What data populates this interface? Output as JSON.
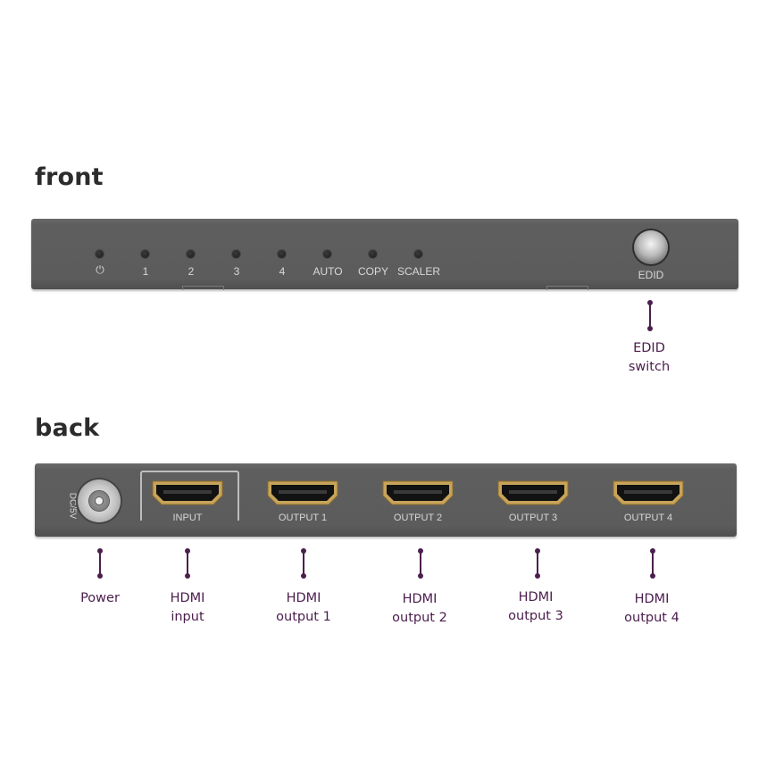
{
  "headings": {
    "front": "front",
    "back": "back"
  },
  "front_panel": {
    "leds": [
      {
        "label": "⏻",
        "icon": "power-icon"
      },
      {
        "label": "1"
      },
      {
        "label": "2"
      },
      {
        "label": "3"
      },
      {
        "label": "4"
      },
      {
        "label": "AUTO"
      },
      {
        "label": "COPY"
      },
      {
        "label": "SCALER"
      }
    ],
    "knob_label": "EDID"
  },
  "back_panel": {
    "dc_label": "DC/5V",
    "ports": [
      {
        "label": "INPUT"
      },
      {
        "label": "OUTPUT 1"
      },
      {
        "label": "OUTPUT 2"
      },
      {
        "label": "OUTPUT 3"
      },
      {
        "label": "OUTPUT 4"
      }
    ]
  },
  "callouts": {
    "edid": {
      "line1": "EDID",
      "line2": "switch"
    },
    "power": {
      "line1": "Power"
    },
    "hdmi_input": {
      "line1": "HDMI",
      "line2": "input"
    },
    "output1": {
      "line1": "HDMI",
      "line2": "output 1"
    },
    "output2": {
      "line1": "HDMI",
      "line2": "output 2"
    },
    "output3": {
      "line1": "HDMI",
      "line2": "output 3"
    },
    "output4": {
      "line1": "HDMI",
      "line2": "output 4"
    }
  },
  "colors": {
    "panel": "#5d5d5d",
    "callout": "#4a1d4c",
    "heading": "#2c2c2c"
  }
}
